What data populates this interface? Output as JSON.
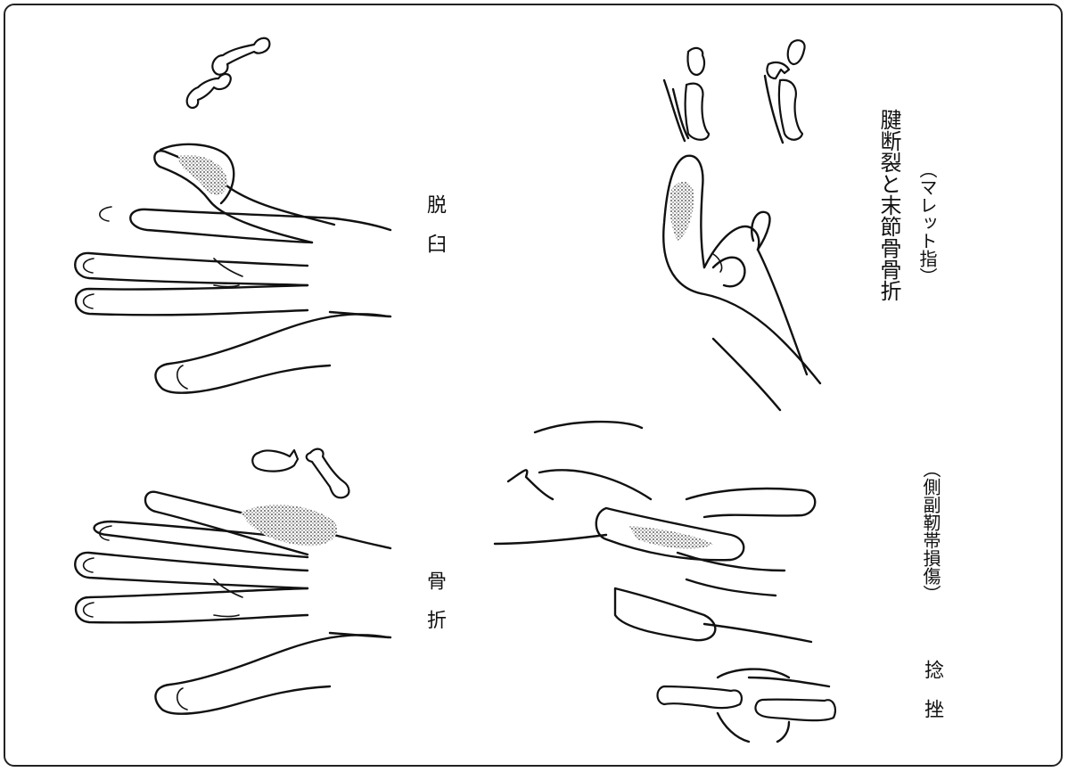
{
  "labels": {
    "fracture": "骨　折",
    "dislocation": "脱　臼",
    "sprain": "捻　挫",
    "sprain_sub": "（側副靭帯損傷）",
    "tendon": "腱断裂と末節骨骨折",
    "tendon_sub": "（マレット指）"
  },
  "colors": {
    "ink": "#111111",
    "bruise": "#555555",
    "background": "#ffffff"
  }
}
